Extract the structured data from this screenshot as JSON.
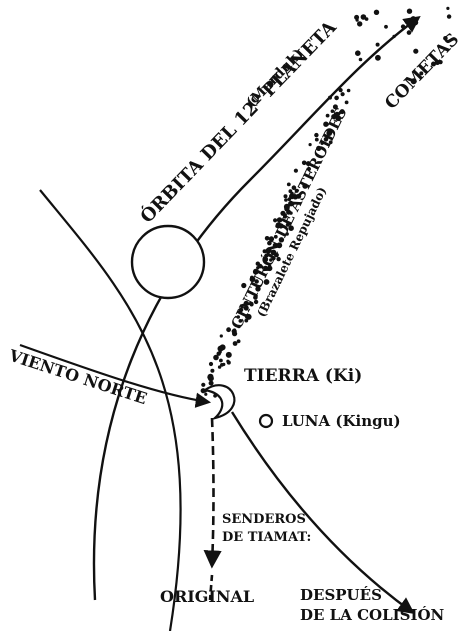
{
  "labels": {
    "orbit_title_1": "ÓRBITA DEL 12º PLANETA",
    "orbit_title_2": "(Marduk)",
    "comets": "COMETAS",
    "belt_1": "CINTURÓN DE ASTEROIDES",
    "belt_2": "(Brazalete Repujado)",
    "wind": "VIENTO NORTE",
    "earth": "TIERRA (Ki)",
    "moon": "LUNA (Kingu)",
    "paths_1": "SENDEROS",
    "paths_2": "DE TIAMAT:",
    "original": "ORIGINAL",
    "after_1": "DESPUÉS",
    "after_2": "DE LA COLISIÓN"
  }
}
